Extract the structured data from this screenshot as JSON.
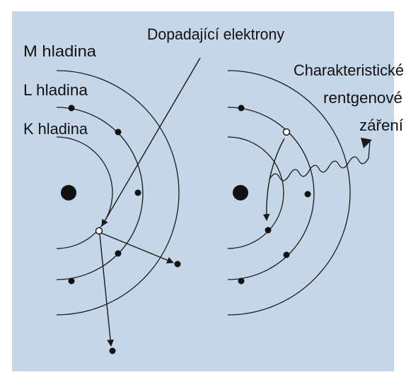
{
  "labels": {
    "m_shell": "M hladina",
    "l_shell": "L hladina",
    "k_shell": "K hladina",
    "incoming": "Dopadající elektrony",
    "xray_line1": "Charakteristické",
    "xray_line2": "rentgenové",
    "xray_line3": "záření"
  },
  "colors": {
    "background": "#c5d6e8",
    "line": "#1a1a1a",
    "dot": "#111111",
    "vacancy": "#ffffff"
  },
  "icons": {
    "nucleus": "filled-circle",
    "electron": "filled-dot",
    "vacancy": "hollow-circle",
    "photon": "wavy-arrow"
  }
}
